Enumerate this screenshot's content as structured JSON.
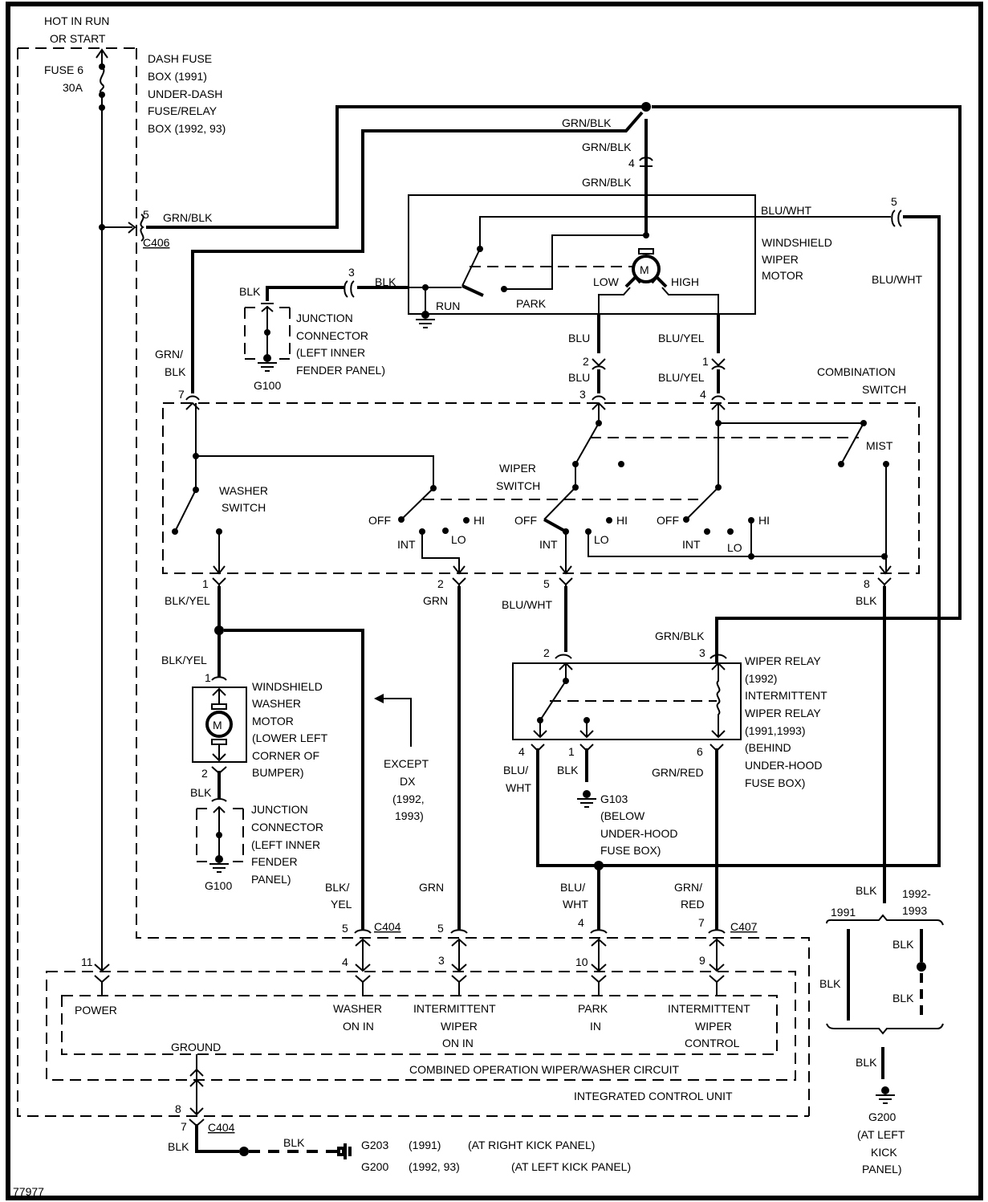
{
  "diagram": {
    "title_hint": "Windshield Wiper/Washer Wiring Diagram",
    "figure_id": "77977",
    "power_source": {
      "line1": "HOT IN RUN",
      "line2": "OR START"
    },
    "fuse": {
      "name": "FUSE 6",
      "rating": "30A"
    },
    "fuse_box_label": [
      "DASH FUSE",
      "BOX    (1991)",
      "UNDER-DASH",
      "FUSE/RELAY",
      "BOX    (1992, 93)"
    ],
    "connectors": {
      "c406": "C406",
      "c404": "C404",
      "c407": "C407"
    },
    "pins": {
      "c406_pin": "5",
      "motor_pin4": "4",
      "motor_pin3": "3",
      "motor_pin5": "5",
      "motor_pin2": "2",
      "motor_pin1": "1",
      "cs_pin7": "7",
      "cs_pin3": "3",
      "cs_pin4": "4",
      "cs_pin1": "1",
      "cs_pin2": "2",
      "cs_pin5": "5",
      "cs_pin8": "8",
      "washer_pin1": "1",
      "washer_pin2": "2",
      "relay_pin2": "2",
      "relay_pin3": "3",
      "relay_pin4": "4",
      "relay_pin1": "1",
      "relay_pin6": "6",
      "c404_pin5a": "5",
      "c404_pin5b": "5",
      "c407_pin4": "4",
      "c407_pin7": "7",
      "icu_pin11": "11",
      "icu_pin4": "4",
      "icu_pin3": "3",
      "icu_pin10": "10",
      "icu_pin9": "9",
      "icu_pin8": "8",
      "c404_pin7": "7"
    },
    "wires": {
      "grn_blk": "GRN/BLK",
      "grn_blk_split1": "GRN/",
      "grn_blk_split2": "BLK",
      "blk": "BLK",
      "blu": "BLU",
      "blu_yel": "BLU/YEL",
      "blu_wht": "BLU/WHT",
      "blu_wht_split1": "BLU/",
      "blu_wht_split2": "WHT",
      "blk_yel": "BLK/YEL",
      "blk_yel_split1": "BLK/",
      "blk_yel_split2": "YEL",
      "grn": "GRN",
      "grn_red": "GRN/RED",
      "grn_red_split1": "GRN/",
      "grn_red_split2": "RED"
    },
    "wiper_motor": {
      "label": [
        "WINDSHIELD",
        "WIPER",
        "MOTOR"
      ],
      "symbol": "M",
      "run": "RUN",
      "park": "PARK",
      "low": "LOW",
      "high": "HIGH"
    },
    "junction_connector_top": {
      "label": [
        "JUNCTION",
        "CONNECTOR",
        "(LEFT INNER",
        "FENDER PANEL)"
      ],
      "ground": "G100"
    },
    "combination_switch": {
      "label": [
        "COMBINATION",
        "SWITCH"
      ],
      "washer_switch": [
        "WASHER",
        "SWITCH"
      ],
      "wiper_switch": [
        "WIPER",
        "SWITCH"
      ],
      "mist": "MIST",
      "positions": {
        "off": "OFF",
        "int": "INT",
        "lo": "LO",
        "hi": "HI"
      }
    },
    "washer_motor": {
      "label": [
        "WINDSHIELD",
        "WASHER",
        "MOTOR",
        "(LOWER LEFT",
        "CORNER OF",
        "BUMPER)"
      ],
      "symbol": "M"
    },
    "junction_connector_bottom": {
      "label": [
        "JUNCTION",
        "CONNECTOR",
        "(LEFT INNER",
        "FENDER",
        "PANEL)"
      ],
      "ground": "G100"
    },
    "except_note": [
      "EXCEPT",
      "DX",
      "(1992,",
      "1993)"
    ],
    "relay": {
      "label": [
        "WIPER RELAY",
        "(1992)",
        "INTERMITTENT",
        "WIPER RELAY",
        "(1991,1993)",
        "(BEHIND",
        "UNDER-HOOD",
        "FUSE BOX)"
      ],
      "ground": [
        "G103",
        "(BELOW",
        "UNDER-HOOD",
        "FUSE BOX)"
      ]
    },
    "icu": {
      "inputs": {
        "power": "POWER",
        "washer": [
          "WASHER",
          "ON IN"
        ],
        "int_on": [
          "INTERMITTENT",
          "WIPER",
          "ON IN"
        ],
        "park": [
          "PARK",
          "IN"
        ],
        "int_ctrl": [
          "INTERMITTENT",
          "WIPER",
          "CONTROL"
        ],
        "ground": "GROUND"
      },
      "circuit_label": "COMBINED OPERATION WIPER/WASHER CIRCUIT",
      "unit_label": "INTEGRATED CONTROL UNIT"
    },
    "grounds_bottom": {
      "g203": "G203",
      "g203_year": "(1991)",
      "g203_loc": "(AT RIGHT KICK PANEL)",
      "g200": "G200",
      "g200_year": "(1992, 93)",
      "g200_loc": "(AT LEFT KICK PANEL)"
    },
    "right_ground": {
      "year_1991": "1991",
      "year_1992_1": "1992-",
      "year_1992_2": "1993",
      "ground": "G200",
      "loc": [
        "(AT LEFT",
        "KICK",
        "PANEL)"
      ]
    }
  }
}
